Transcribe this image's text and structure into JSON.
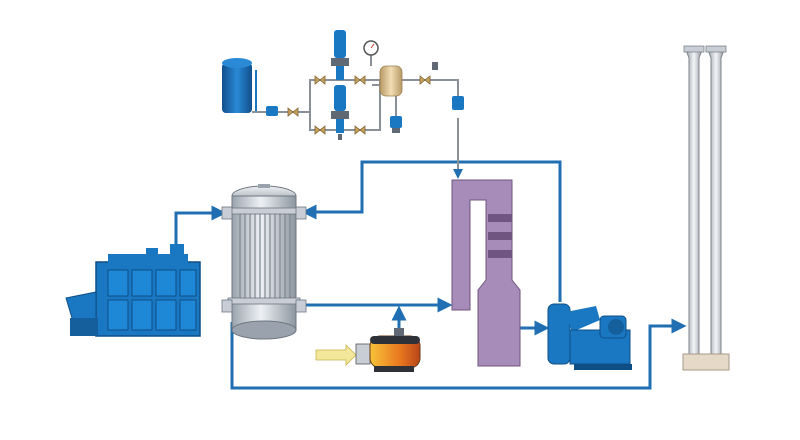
{
  "diagram": {
    "type": "process-flow",
    "components": [
      {
        "id": "storage-tank",
        "icon": "vertical-tank-icon"
      },
      {
        "id": "dosing-pump-upper",
        "icon": "pump-icon"
      },
      {
        "id": "dosing-pump-lower",
        "icon": "pump-icon"
      },
      {
        "id": "pressure-gauge",
        "icon": "gauge-icon"
      },
      {
        "id": "mixing-vessel",
        "icon": "horizontal-vessel-icon"
      },
      {
        "id": "spray-injector",
        "icon": "nozzle-icon"
      },
      {
        "id": "boiler",
        "icon": "boiler-icon"
      },
      {
        "id": "heat-exchanger",
        "icon": "shell-tube-exchanger-icon"
      },
      {
        "id": "burner-heater",
        "icon": "burner-icon"
      },
      {
        "id": "reactor-tower",
        "icon": "scr-tower-icon"
      },
      {
        "id": "induced-draft-fan",
        "icon": "fan-icon"
      },
      {
        "id": "chimney-left",
        "icon": "chimney-icon"
      },
      {
        "id": "chimney-right",
        "icon": "chimney-icon"
      }
    ],
    "colors": {
      "pipe_blue": "#1f6fb2",
      "equipment_blue": "#1a78c2",
      "tower_purple": "#a78bb8",
      "steel_gray": "#c9ced6",
      "burner_orange": "#e8771e",
      "vessel_tan": "#e2c89a",
      "chimney_base": "#e6d9c8",
      "inlet_arrow": "#f2e79a"
    }
  }
}
